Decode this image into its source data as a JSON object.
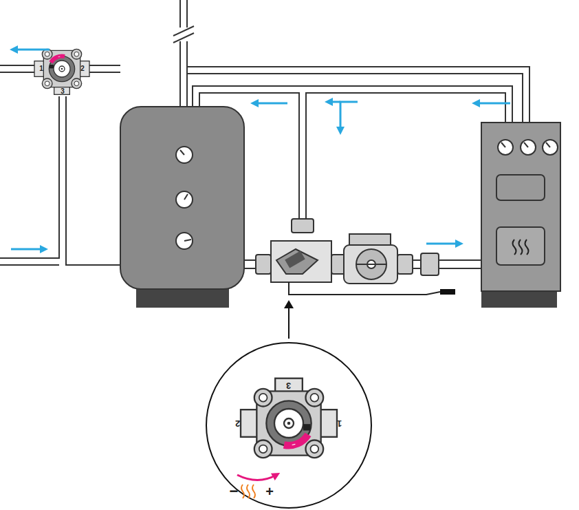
{
  "diagram": {
    "labels": [
      "1",
      "2",
      "3",
      "3",
      "2",
      "1",
      "−",
      "+"
    ]
  }
}
